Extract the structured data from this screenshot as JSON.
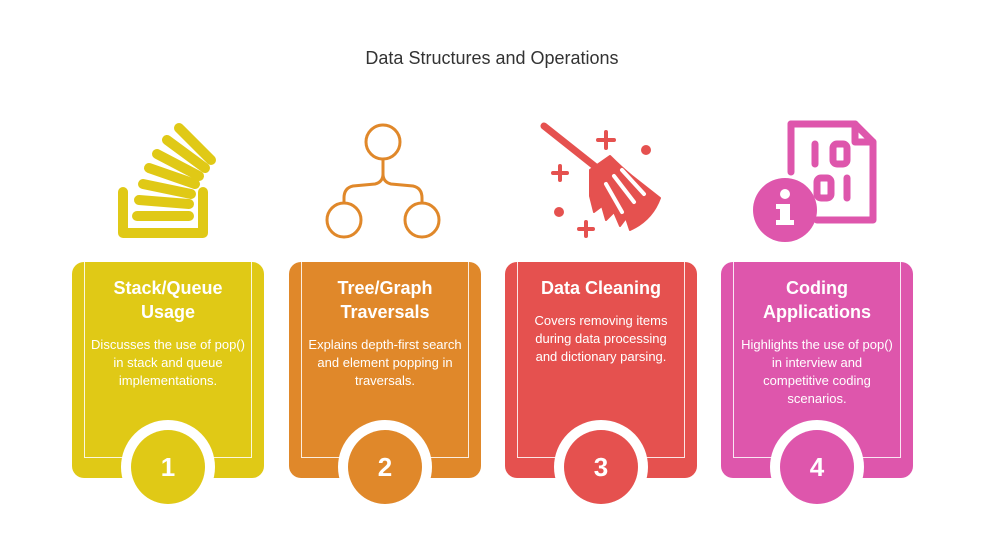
{
  "title": "Data Structures and Operations",
  "colors": {
    "yellow": "#E0C916",
    "orange": "#E0882A",
    "red": "#E5514F",
    "pink": "#DE56AC"
  },
  "steps": [
    {
      "number": "1",
      "title_line1": "Stack/Queue",
      "title_line2": "Usage",
      "description": "Discusses the use of pop() in stack and queue implementations.",
      "icon": "stack-overflow-icon",
      "color": "#E0C916"
    },
    {
      "number": "2",
      "title_line1": "Tree/Graph",
      "title_line2": "Traversals",
      "description": "Explains depth-first search and element popping in traversals.",
      "icon": "tree-graph-icon",
      "color": "#E0882A"
    },
    {
      "number": "3",
      "title_line1": "Data Cleaning",
      "title_line2": "",
      "description": "Covers removing items during data processing and dictionary parsing.",
      "icon": "broom-sparkle-icon",
      "color": "#E5514F"
    },
    {
      "number": "4",
      "title_line1": "Coding",
      "title_line2": "Applications",
      "description": "Highlights the use of pop() in interview and competitive coding scenarios.",
      "icon": "binary-file-info-icon",
      "color": "#DE56AC"
    }
  ]
}
